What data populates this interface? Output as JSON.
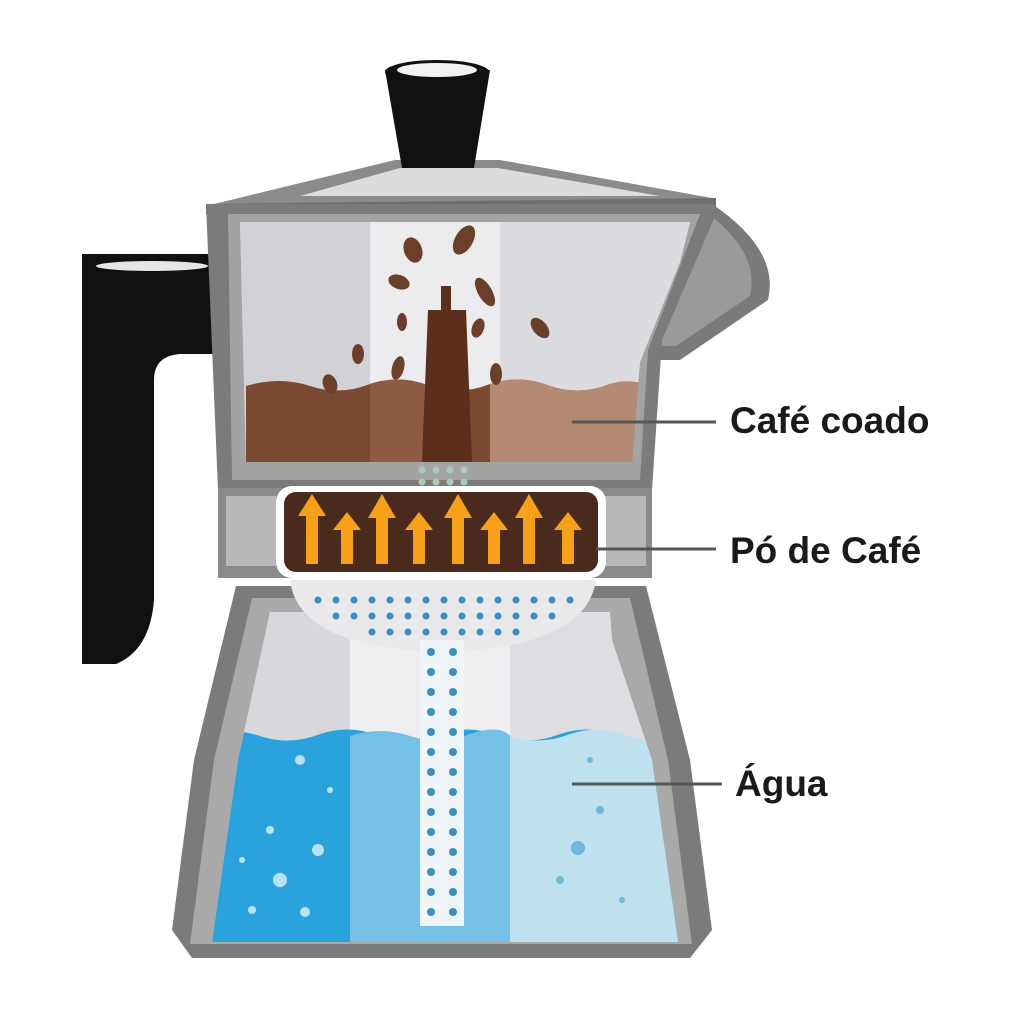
{
  "labels": {
    "brewed_coffee": "Café coado",
    "coffee_grounds": "Pó de Café",
    "water": "Água"
  },
  "colors": {
    "metal_dark": "#6e6e6e",
    "metal_mid": "#a9a9a9",
    "metal_light": "#d7d7d7",
    "handle": "#111111",
    "coffee_dark": "#6b3f2a",
    "coffee_light": "#b48a74",
    "grounds": "#4a2a1c",
    "arrows": "#f7a11a",
    "water_dark": "#1a96d6",
    "water_light": "#bfe1ef",
    "bubbles": "#3a8fbf"
  }
}
